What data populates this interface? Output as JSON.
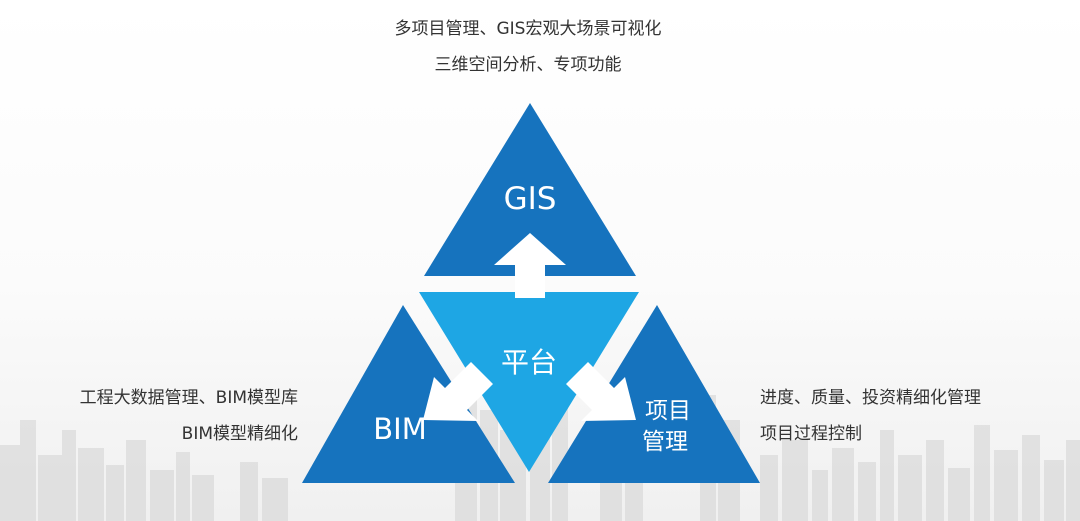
{
  "nodes": {
    "top": {
      "label": "GIS",
      "desc": [
        "多项目管理、GIS宏观大场景可视化",
        "三维空间分析、专项功能"
      ]
    },
    "left": {
      "label": "BIM",
      "desc": [
        "工程大数据管理、BIM模型库",
        "BIM模型精细化"
      ]
    },
    "right": {
      "label_lines": [
        "项目",
        "管理"
      ],
      "desc": [
        "进度、质量、投资精细化管理",
        "项目过程控制"
      ]
    },
    "center": {
      "label": "平台"
    }
  },
  "colors": {
    "outer_triangle": "#1673be",
    "center_triangle": "#1ea6e4",
    "arrow": "#ffffff",
    "text": "#333333",
    "skyline": "#cfcfcf"
  }
}
